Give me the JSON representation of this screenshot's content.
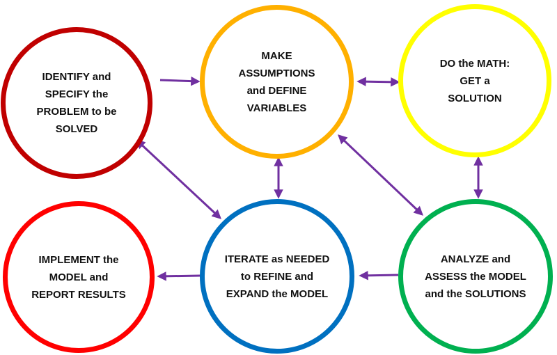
{
  "colors": {
    "arrow": "#7030A0",
    "identify": "#C00000",
    "assume": "#FFB000",
    "math": "#FFFF00",
    "implement": "#FF0000",
    "iterate": "#0070C0",
    "analyze": "#00B050"
  },
  "nodes": {
    "identify": {
      "lines": [
        "IDENTIFY and",
        "SPECIFY the",
        "PROBLEM to be",
        "SOLVED"
      ]
    },
    "assume": {
      "lines": [
        "MAKE",
        "ASSUMPTIONS",
        "and DEFINE",
        "VARIABLES"
      ]
    },
    "math": {
      "lines": [
        "DO the MATH:",
        "GET a",
        "SOLUTION"
      ]
    },
    "implement": {
      "lines": [
        "IMPLEMENT the",
        "MODEL and",
        "REPORT RESULTS"
      ]
    },
    "iterate": {
      "lines": [
        "ITERATE as NEEDED",
        "to REFINE and",
        "EXPAND the MODEL"
      ]
    },
    "analyze": {
      "lines": [
        "ANALYZE and",
        "ASSESS the MODEL",
        "and the SOLUTIONS"
      ]
    }
  },
  "edges": [
    {
      "from": "identify",
      "to": "assume",
      "direction": "forward"
    },
    {
      "from": "assume",
      "to": "math",
      "direction": "both"
    },
    {
      "from": "identify",
      "to": "iterate",
      "direction": "both"
    },
    {
      "from": "assume",
      "to": "iterate",
      "direction": "both"
    },
    {
      "from": "assume",
      "to": "analyze",
      "direction": "both"
    },
    {
      "from": "math",
      "to": "analyze",
      "direction": "both"
    },
    {
      "from": "analyze",
      "to": "iterate",
      "direction": "forward"
    },
    {
      "from": "iterate",
      "to": "implement",
      "direction": "forward"
    }
  ]
}
